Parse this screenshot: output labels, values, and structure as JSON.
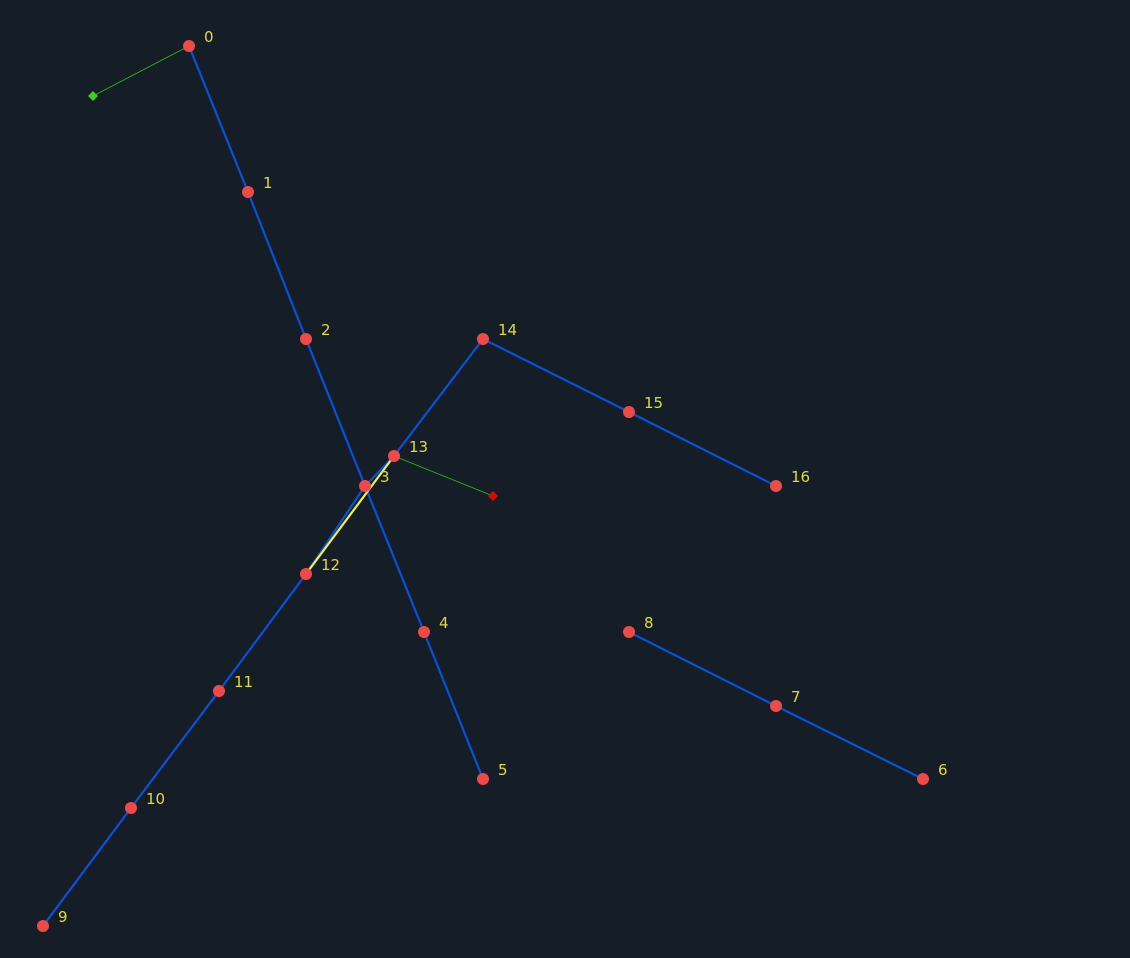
{
  "colors": {
    "background": "#151e27",
    "edge": "#0a50d8",
    "highlight_edge": "#f2f23a",
    "node": "#f04a48",
    "label": "#dede2e",
    "start_marker": "#3fcf1f",
    "end_marker": "#d80808",
    "connector": "#2fb81f"
  },
  "nodes": [
    {
      "id": "0",
      "label": "0"
    },
    {
      "id": "1",
      "label": "1"
    },
    {
      "id": "2",
      "label": "2"
    },
    {
      "id": "3",
      "label": "3"
    },
    {
      "id": "4",
      "label": "4"
    },
    {
      "id": "5",
      "label": "5"
    },
    {
      "id": "6",
      "label": "6"
    },
    {
      "id": "7",
      "label": "7"
    },
    {
      "id": "8",
      "label": "8"
    },
    {
      "id": "9",
      "label": "9"
    },
    {
      "id": "10",
      "label": "10"
    },
    {
      "id": "11",
      "label": "11"
    },
    {
      "id": "12",
      "label": "12"
    },
    {
      "id": "13",
      "label": "13"
    },
    {
      "id": "14",
      "label": "14"
    },
    {
      "id": "15",
      "label": "15"
    },
    {
      "id": "16",
      "label": "16"
    }
  ],
  "edges": [
    {
      "from": "0",
      "to": "1"
    },
    {
      "from": "1",
      "to": "2"
    },
    {
      "from": "2",
      "to": "3"
    },
    {
      "from": "3",
      "to": "4"
    },
    {
      "from": "4",
      "to": "5"
    },
    {
      "from": "6",
      "to": "7"
    },
    {
      "from": "7",
      "to": "8"
    },
    {
      "from": "9",
      "to": "10"
    },
    {
      "from": "10",
      "to": "11"
    },
    {
      "from": "11",
      "to": "12"
    },
    {
      "from": "12",
      "to": "3"
    },
    {
      "from": "3",
      "to": "13"
    },
    {
      "from": "13",
      "to": "14"
    },
    {
      "from": "14",
      "to": "15"
    },
    {
      "from": "15",
      "to": "16"
    }
  ],
  "highlighted_edges": [
    {
      "from": "12",
      "to": "13"
    }
  ],
  "markers": [
    {
      "type": "start",
      "attached_to": "0"
    },
    {
      "type": "end",
      "attached_to": "13"
    }
  ]
}
